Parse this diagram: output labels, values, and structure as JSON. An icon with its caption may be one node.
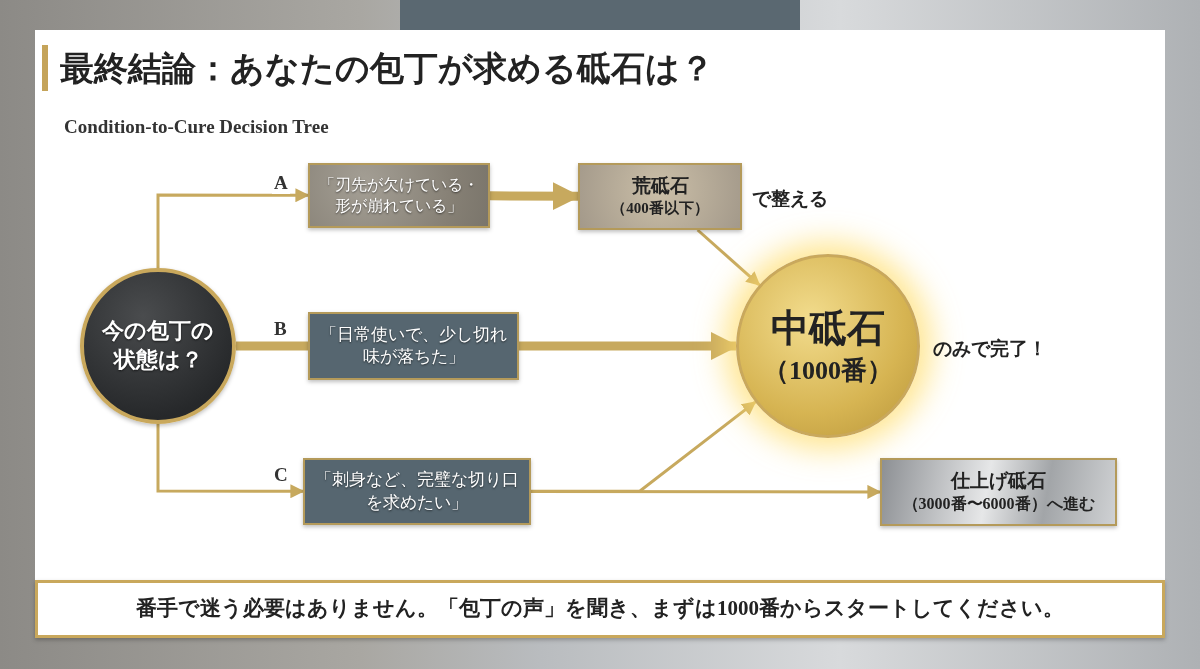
{
  "diagram": {
    "title": "最終結論：あなたの包丁が求める砥石は？",
    "nodes": [
      {
        "text": [
          "今の包丁の状態は？"
        ]
      },
      {
        "text": [
          "「刃先が欠けている・形が崩れている」"
        ]
      },
      {
        "text": [
          "「日常使いで、少し切れ味が落ちた」"
        ]
      },
      {
        "text": [
          "「刺身など、完璧な切り口を求めたい」"
        ]
      },
      {
        "text": [
          "荒砥石",
          "（400番以下）"
        ],
        "beside": [
          "で整える"
        ]
      },
      {
        "text": [
          "中砥石",
          "（1000番）"
        ],
        "beside": [
          "のみで完了！"
        ]
      },
      {
        "text": [
          "仕上げ砥石",
          "（3000番〜6000番）へ進む"
        ]
      },
      {
        "text": [
          "番手で迷う必要はありません。「包丁の声」を聞き、まずは1000番からスタートしてください。"
        ]
      }
    ],
    "edges": [
      {
        "from": 0,
        "to": 1,
        "arrow": "to",
        "label": "A"
      },
      {
        "from": 0,
        "to": 2,
        "arrow": "none",
        "label": "B",
        "style": "thick"
      },
      {
        "from": 0,
        "to": 3,
        "arrow": "to",
        "label": "C"
      },
      {
        "from": 1,
        "to": 4,
        "arrow": "to",
        "style": "thick"
      },
      {
        "from": 4,
        "to": 5,
        "arrow": "to"
      },
      {
        "from": 2,
        "to": 5,
        "arrow": "to",
        "style": "thick"
      },
      {
        "from": 3,
        "to": 5,
        "arrow": "to"
      },
      {
        "from": 3,
        "to": 6,
        "arrow": "to"
      }
    ],
    "labels": [
      "Condition-to-Cure Decision Tree"
    ]
  }
}
